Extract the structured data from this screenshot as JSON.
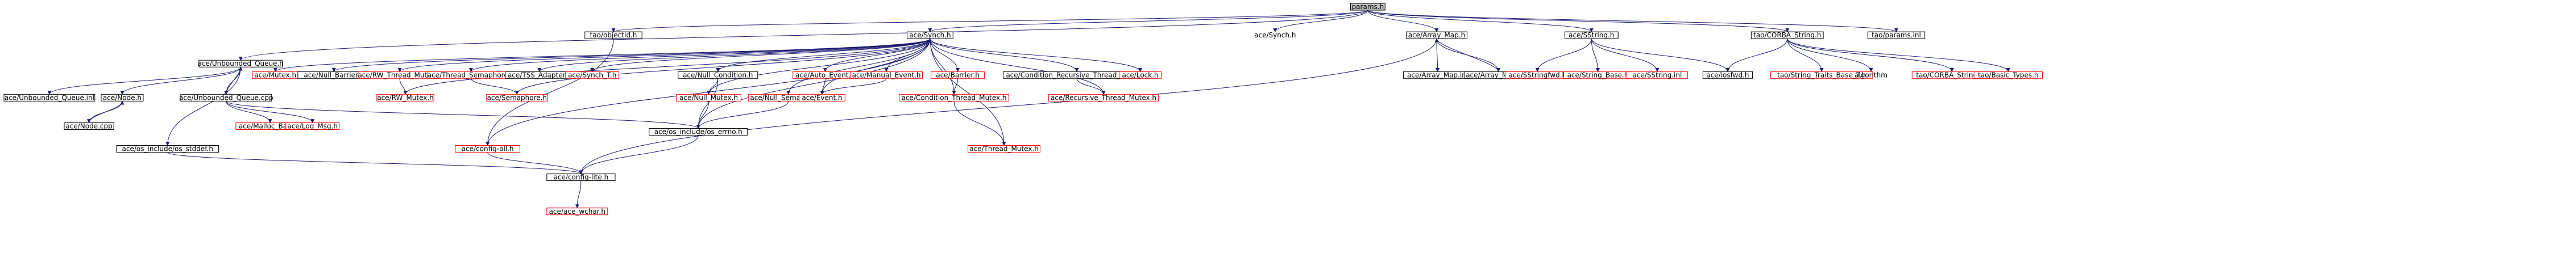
{
  "graph": {
    "colors": {
      "edge": "#191970",
      "edge_dashed": "#9a32cd",
      "border_documented": "#000000",
      "border_undocumented": "#ff0000",
      "fill_root": "#bfbfbf",
      "fill_default": "#ffffff",
      "text": "#000000"
    },
    "nodes": [
      {
        "id": "params_h",
        "label": "params.h",
        "kind": "root"
      },
      {
        "id": "tao_objectid_h",
        "label": "tao/objectid.h",
        "kind": "documented"
      },
      {
        "id": "ace_synch_h",
        "label": "ace/Synch.h",
        "kind": "documented"
      },
      {
        "id": "ace_synch_h_plain",
        "label": "ace/Synch.h",
        "kind": "plain"
      },
      {
        "id": "ace_array_map_h",
        "label": "ace/Array_Map.h",
        "kind": "documented"
      },
      {
        "id": "ace_sstring_h",
        "label": "ace/SString.h",
        "kind": "documented"
      },
      {
        "id": "tao_corba_string_h",
        "label": "tao/CORBA_String.h",
        "kind": "documented"
      },
      {
        "id": "tao_params_inl",
        "label": "tao/params.inl",
        "kind": "documented"
      },
      {
        "id": "ace_unbounded_queue_h",
        "label": "ace/Unbounded_Queue.h",
        "kind": "documented"
      },
      {
        "id": "ace_mutex_h",
        "label": "ace/Mutex.h",
        "kind": "undocumented"
      },
      {
        "id": "ace_null_barrier_h",
        "label": "ace/Null_Barrier.h",
        "kind": "documented"
      },
      {
        "id": "ace_rw_thread_mutex_h",
        "label": "ace/RW_Thread_Mutex.h",
        "kind": "undocumented"
      },
      {
        "id": "ace_thread_semaphore_h",
        "label": "ace/Thread_Semaphore.h",
        "kind": "undocumented"
      },
      {
        "id": "ace_tss_adapter_h",
        "label": "ace/TSS_Adapter.h",
        "kind": "documented"
      },
      {
        "id": "ace_synch_t_h",
        "label": "ace/Synch_T.h",
        "kind": "undocumented"
      },
      {
        "id": "ace_null_condition_h",
        "label": "ace/Null_Condition.h",
        "kind": "documented"
      },
      {
        "id": "ace_auto_event_h",
        "label": "ace/Auto_Event.h",
        "kind": "undocumented"
      },
      {
        "id": "ace_manual_event_h",
        "label": "ace/Manual_Event.h",
        "kind": "undocumented"
      },
      {
        "id": "ace_barrier_h",
        "label": "ace/Barrier.h",
        "kind": "undocumented"
      },
      {
        "id": "ace_condition_recursive_thread_mutex_h",
        "label": "ace/Condition_Recursive_Thread_Mutex.h",
        "kind": "documented"
      },
      {
        "id": "ace_lock_h",
        "label": "ace/Lock.h",
        "kind": "undocumented"
      },
      {
        "id": "ace_array_map_inl",
        "label": "ace/Array_Map.inl",
        "kind": "documented"
      },
      {
        "id": "ace_array_map_cpp",
        "label": "ace/Array_Map.cpp",
        "kind": "documented"
      },
      {
        "id": "ace_sstringfwd_h",
        "label": "ace/SStringfwd.h",
        "kind": "undocumented"
      },
      {
        "id": "ace_string_base_h",
        "label": "ace/String_Base.h",
        "kind": "undocumented"
      },
      {
        "id": "ace_sstring_inl",
        "label": "ace/SString.inl",
        "kind": "undocumented"
      },
      {
        "id": "ace_iosfwd_h",
        "label": "ace/iosfwd.h",
        "kind": "documented"
      },
      {
        "id": "tao_string_traits_base_t_h",
        "label": "tao/String_Traits_Base_T.h",
        "kind": "undocumented"
      },
      {
        "id": "algorithm",
        "label": "algorithm",
        "kind": "plain"
      },
      {
        "id": "tao_corba_string_inl",
        "label": "tao/CORBA_String.inl",
        "kind": "undocumented"
      },
      {
        "id": "tao_basic_types_h",
        "label": "tao/Basic_Types.h",
        "kind": "undocumented"
      },
      {
        "id": "ace_unbounded_queue_inl",
        "label": "ace/Unbounded_Queue.inl",
        "kind": "documented"
      },
      {
        "id": "ace_node_h",
        "label": "ace/Node.h",
        "kind": "documented"
      },
      {
        "id": "ace_unbounded_queue_cpp",
        "label": "ace/Unbounded_Queue.cpp",
        "kind": "documented"
      },
      {
        "id": "ace_rw_mutex_h",
        "label": "ace/RW_Mutex.h",
        "kind": "undocumented"
      },
      {
        "id": "ace_semaphore_h",
        "label": "ace/Semaphore.h",
        "kind": "undocumented"
      },
      {
        "id": "ace_null_mutex_h",
        "label": "ace/Null_Mutex.h",
        "kind": "undocumented"
      },
      {
        "id": "ace_null_semaphore_h",
        "label": "ace/Null_Semaphore.h",
        "kind": "undocumented"
      },
      {
        "id": "ace_event_h",
        "label": "ace/Event.h",
        "kind": "undocumented"
      },
      {
        "id": "ace_condition_thread_mutex_h",
        "label": "ace/Condition_Thread_Mutex.h",
        "kind": "undocumented"
      },
      {
        "id": "ace_recursive_thread_mutex_h",
        "label": "ace/Recursive_Thread_Mutex.h",
        "kind": "undocumented"
      },
      {
        "id": "ace_node_cpp",
        "label": "ace/Node.cpp",
        "kind": "documented"
      },
      {
        "id": "ace_malloc_base_h",
        "label": "ace/Malloc_Base.h",
        "kind": "undocumented"
      },
      {
        "id": "ace_log_msg_h",
        "label": "ace/Log_Msg.h",
        "kind": "undocumented"
      },
      {
        "id": "ace_os_include_os_stddef_h",
        "label": "ace/os_include/os_stddef.h",
        "kind": "documented"
      },
      {
        "id": "ace_config_all_h",
        "label": "ace/config-all.h",
        "kind": "undocumented"
      },
      {
        "id": "ace_os_include_os_errno_h",
        "label": "ace/os_include/os_errno.h",
        "kind": "documented"
      },
      {
        "id": "ace_thread_mutex_h",
        "label": "ace/Thread_Mutex.h",
        "kind": "undocumented"
      },
      {
        "id": "ace_config_lite_h",
        "label": "ace/config-lite.h",
        "kind": "documented"
      },
      {
        "id": "ace_ace_wchar_h",
        "label": "ace/ace_wchar.h",
        "kind": "undocumented"
      }
    ],
    "edges": [
      {
        "from": "params_h",
        "to": "tao_objectid_h"
      },
      {
        "from": "params_h",
        "to": "ace_synch_h"
      },
      {
        "from": "params_h",
        "to": "ace_synch_h_plain"
      },
      {
        "from": "params_h",
        "to": "ace_array_map_h"
      },
      {
        "from": "params_h",
        "to": "ace_sstring_h"
      },
      {
        "from": "params_h",
        "to": "tao_corba_string_h"
      },
      {
        "from": "params_h",
        "to": "tao_params_inl"
      },
      {
        "from": "params_h",
        "to": "ace_unbounded_queue_h"
      },
      {
        "from": "tao_objectid_h",
        "to": "ace_config_all_h"
      },
      {
        "from": "ace_synch_h",
        "to": "ace_mutex_h"
      },
      {
        "from": "ace_synch_h",
        "to": "ace_null_barrier_h"
      },
      {
        "from": "ace_synch_h",
        "to": "ace_rw_thread_mutex_h"
      },
      {
        "from": "ace_synch_h",
        "to": "ace_thread_semaphore_h"
      },
      {
        "from": "ace_synch_h",
        "to": "ace_tss_adapter_h"
      },
      {
        "from": "ace_synch_h",
        "to": "ace_synch_t_h"
      },
      {
        "from": "ace_synch_h",
        "to": "ace_null_condition_h"
      },
      {
        "from": "ace_synch_h",
        "to": "ace_auto_event_h"
      },
      {
        "from": "ace_synch_h",
        "to": "ace_manual_event_h"
      },
      {
        "from": "ace_synch_h",
        "to": "ace_barrier_h"
      },
      {
        "from": "ace_synch_h",
        "to": "ace_condition_recursive_thread_mutex_h"
      },
      {
        "from": "ace_synch_h",
        "to": "ace_lock_h"
      },
      {
        "from": "ace_synch_h",
        "to": "ace_rw_mutex_h"
      },
      {
        "from": "ace_synch_h",
        "to": "ace_semaphore_h"
      },
      {
        "from": "ace_synch_h",
        "to": "ace_null_mutex_h"
      },
      {
        "from": "ace_synch_h",
        "to": "ace_null_semaphore_h"
      },
      {
        "from": "ace_synch_h",
        "to": "ace_event_h"
      },
      {
        "from": "ace_synch_h",
        "to": "ace_condition_thread_mutex_h"
      },
      {
        "from": "ace_synch_h",
        "to": "ace_recursive_thread_mutex_h"
      },
      {
        "from": "ace_synch_h",
        "to": "ace_thread_mutex_h"
      },
      {
        "from": "ace_synch_h",
        "to": "ace_os_include_os_errno_h"
      },
      {
        "from": "ace_synch_h",
        "to": "ace_config_all_h"
      },
      {
        "from": "ace_rw_thread_mutex_h",
        "to": "ace_rw_mutex_h"
      },
      {
        "from": "ace_thread_semaphore_h",
        "to": "ace_semaphore_h"
      },
      {
        "from": "ace_null_condition_h",
        "to": "ace_null_mutex_h"
      },
      {
        "from": "ace_null_condition_h",
        "to": "ace_os_include_os_errno_h"
      },
      {
        "from": "ace_auto_event_h",
        "to": "ace_event_h"
      },
      {
        "from": "ace_manual_event_h",
        "to": "ace_event_h"
      },
      {
        "from": "ace_barrier_h",
        "to": "ace_condition_thread_mutex_h"
      },
      {
        "from": "ace_condition_recursive_thread_mutex_h",
        "to": "ace_recursive_thread_mutex_h"
      },
      {
        "from": "ace_null_mutex_h",
        "to": "ace_os_include_os_errno_h"
      },
      {
        "from": "ace_null_semaphore_h",
        "to": "ace_os_include_os_errno_h"
      },
      {
        "from": "ace_condition_thread_mutex_h",
        "to": "ace_thread_mutex_h"
      },
      {
        "from": "ace_array_map_h",
        "to": "ace_array_map_inl"
      },
      {
        "from": "ace_array_map_h",
        "to": "ace_array_map_cpp"
      },
      {
        "from": "ace_array_map_cpp",
        "to": "ace_array_map_h"
      },
      {
        "from": "ace_array_map_h",
        "to": "ace_config_lite_h"
      },
      {
        "from": "ace_sstring_h",
        "to": "ace_sstringfwd_h"
      },
      {
        "from": "ace_sstring_h",
        "to": "ace_string_base_h"
      },
      {
        "from": "ace_sstring_h",
        "to": "ace_sstring_inl"
      },
      {
        "from": "ace_sstring_h",
        "to": "ace_iosfwd_h"
      },
      {
        "from": "tao_corba_string_h",
        "to": "ace_iosfwd_h"
      },
      {
        "from": "tao_corba_string_h",
        "to": "tao_string_traits_base_t_h"
      },
      {
        "from": "tao_corba_string_h",
        "to": "algorithm"
      },
      {
        "from": "tao_corba_string_h",
        "to": "tao_corba_string_inl"
      },
      {
        "from": "tao_corba_string_h",
        "to": "tao_basic_types_h"
      },
      {
        "from": "ace_unbounded_queue_h",
        "to": "ace_unbounded_queue_inl"
      },
      {
        "from": "ace_unbounded_queue_h",
        "to": "ace_node_h"
      },
      {
        "from": "ace_unbounded_queue_h",
        "to": "ace_unbounded_queue_cpp"
      },
      {
        "from": "ace_unbounded_queue_cpp",
        "to": "ace_unbounded_queue_h"
      },
      {
        "from": "ace_unbounded_queue_h",
        "to": "ace_os_include_os_stddef_h"
      },
      {
        "from": "ace_node_h",
        "to": "ace_node_cpp"
      },
      {
        "from": "ace_node_cpp",
        "to": "ace_node_h"
      },
      {
        "from": "ace_unbounded_queue_cpp",
        "to": "ace_malloc_base_h"
      },
      {
        "from": "ace_unbounded_queue_cpp",
        "to": "ace_log_msg_h"
      },
      {
        "from": "ace_unbounded_queue_cpp",
        "to": "ace_os_include_os_errno_h"
      },
      {
        "from": "ace_os_include_os_stddef_h",
        "to": "ace_config_lite_h"
      },
      {
        "from": "ace_config_all_h",
        "to": "ace_config_lite_h"
      },
      {
        "from": "ace_os_include_os_errno_h",
        "to": "ace_config_lite_h"
      },
      {
        "from": "ace_config_lite_h",
        "to": "ace_ace_wchar_h"
      }
    ]
  }
}
